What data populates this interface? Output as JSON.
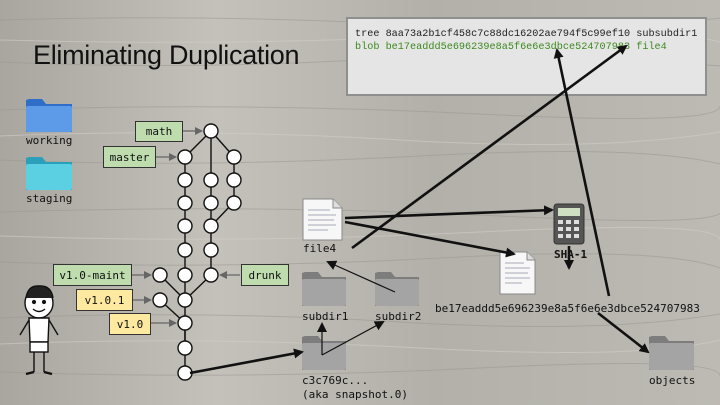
{
  "slide": {
    "title": "Eliminating Duplication"
  },
  "code_box": {
    "line1": "tree 8aa73a2b1cf458c7c88dc16202ae794f5c99ef10 subsubdir1",
    "line2": "blob be17eaddd5e696239e8a5f6e6e3dbce524707983 file4"
  },
  "areas": {
    "working": "working",
    "staging": "staging"
  },
  "branches": {
    "math": "math",
    "master": "master",
    "v1_0_maint": "v1.0-maint",
    "drunk": "drunk"
  },
  "tags": {
    "v1_0_1": "v1.0.1",
    "v1_0": "v1.0"
  },
  "objects": {
    "file4": "file4",
    "sha1": "SHA-1",
    "subdir1": "subdir1",
    "subdir2": "subdir2",
    "hash": "be17eaddd5e696239e8a5f6e6e3dbce524707983",
    "commit": "c3c769c...",
    "commit_alias": "(aka snapshot.0)",
    "objects_folder": "objects"
  },
  "colors": {
    "branch_green": "#bfdcae",
    "tag_yellow": "#fdeaa0",
    "blob_green": "#3d8a1e",
    "folder_blue": "#4f8fe0",
    "folder_cyan": "#4fc3d9",
    "folder_gray": "#9c9c9c"
  }
}
